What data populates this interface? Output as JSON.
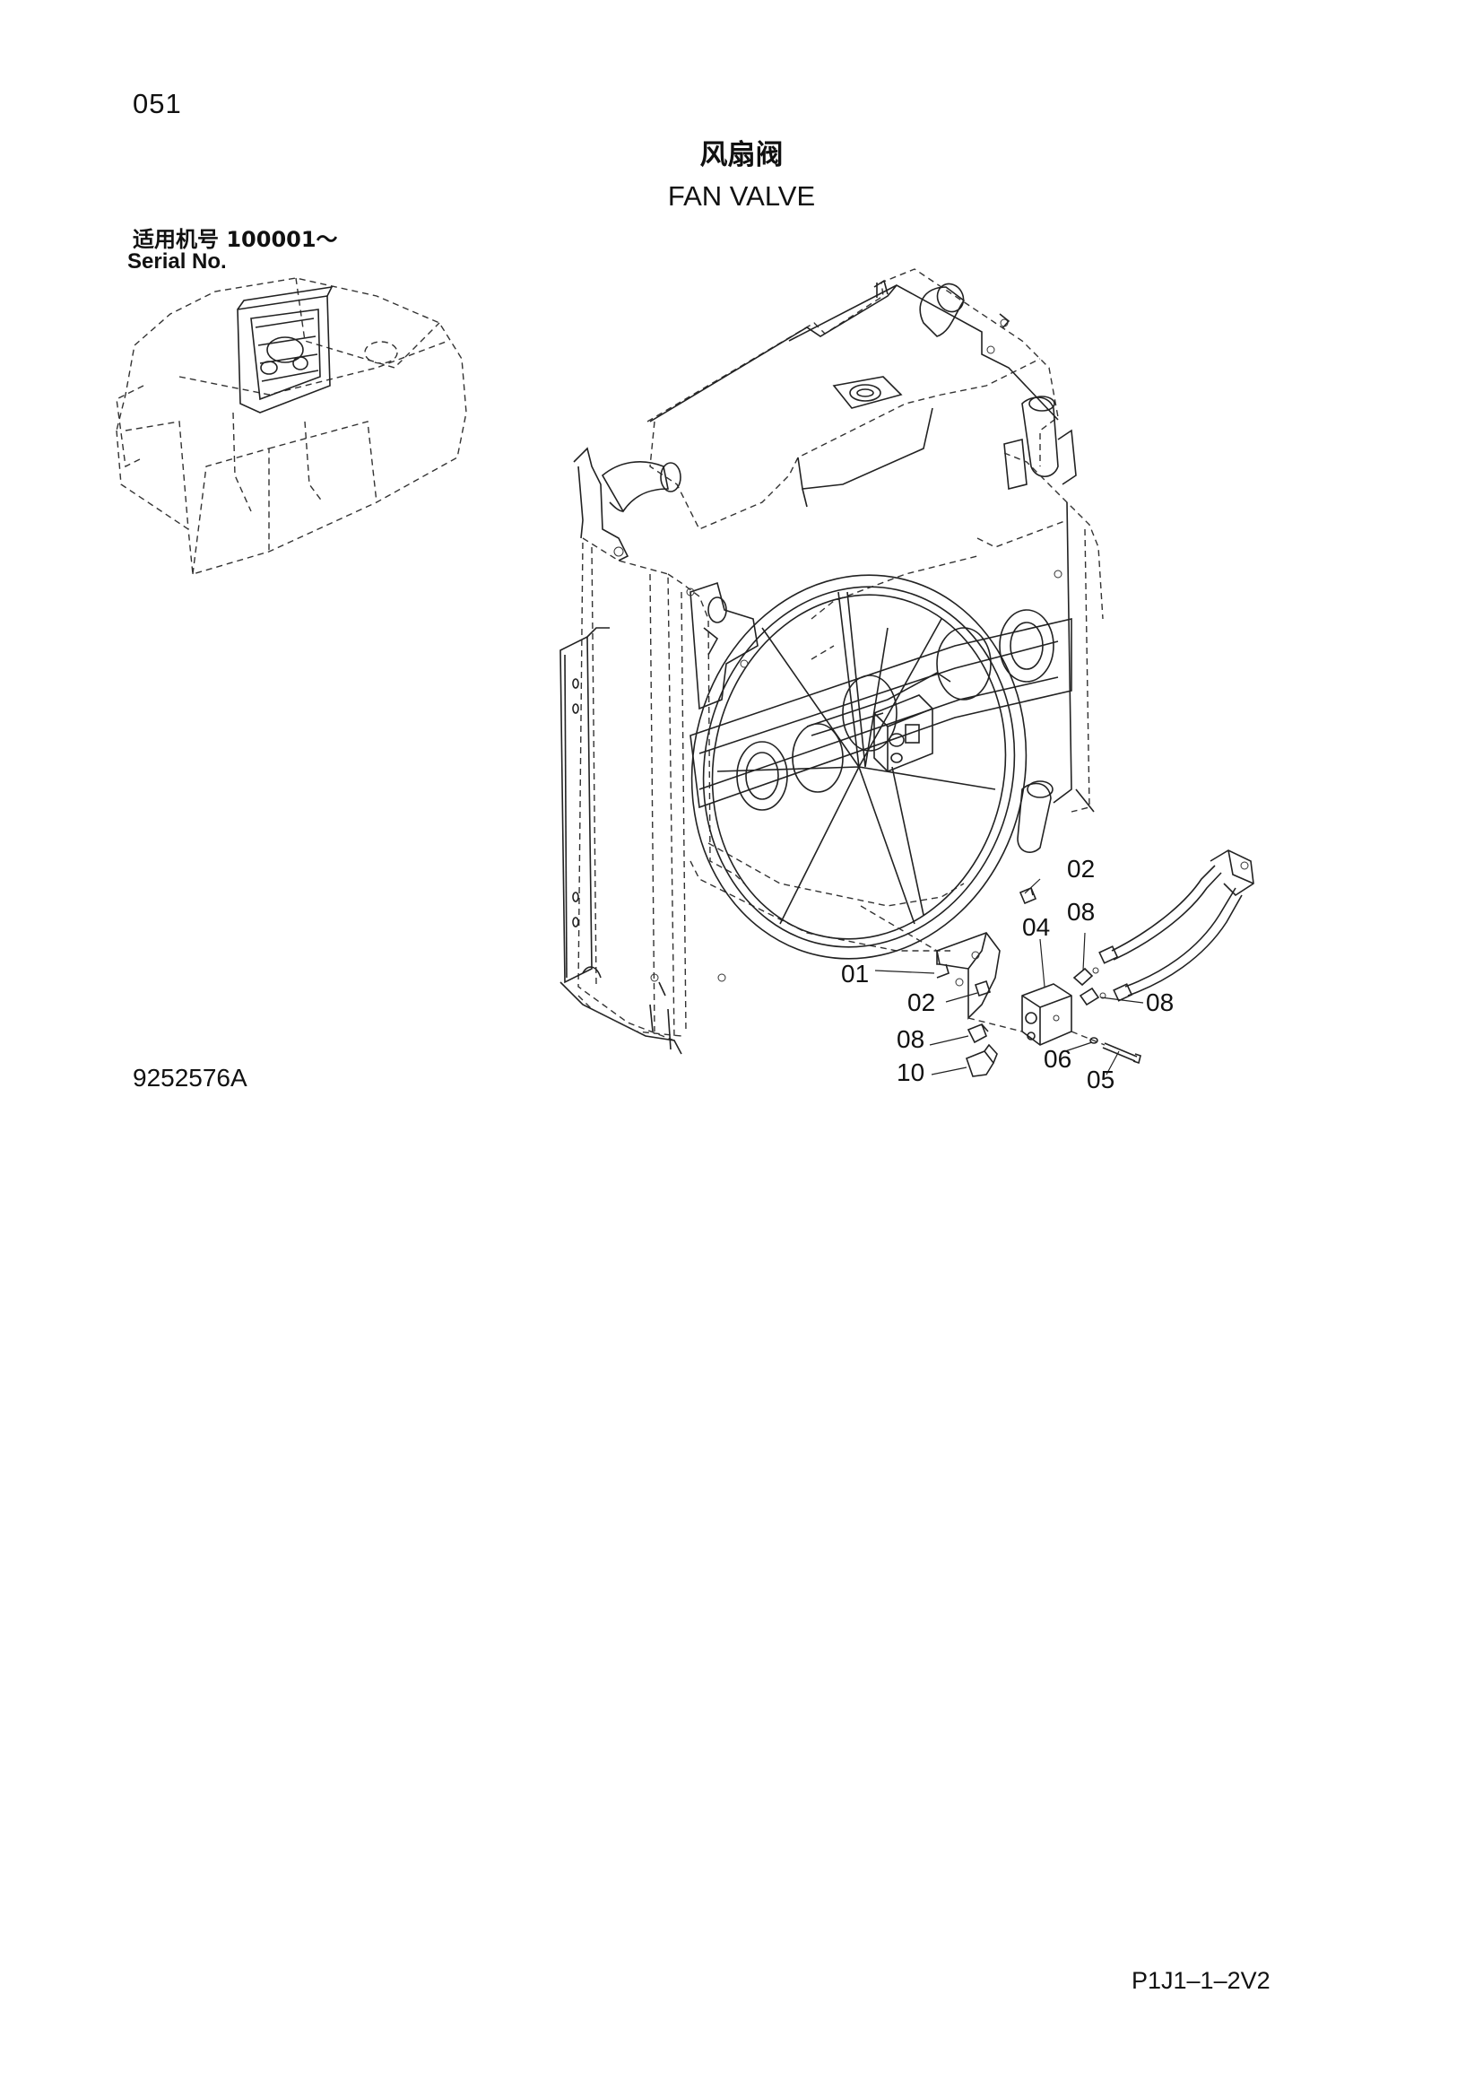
{
  "page_number": "051",
  "title_cn": "风扇阀",
  "title_en": "FAN VALVE",
  "serial_cn": "适用机号  100001～",
  "serial_en": "Serial No.",
  "drawing_number": "9252576A",
  "page_code": "P1J1–1–2V2",
  "callouts": {
    "c01": "01",
    "c02_top": "02",
    "c02_bottom": "02",
    "c04": "04",
    "c05": "05",
    "c06": "06",
    "c08_top": "08",
    "c08_right": "08",
    "c08_left": "08",
    "c10": "10"
  }
}
